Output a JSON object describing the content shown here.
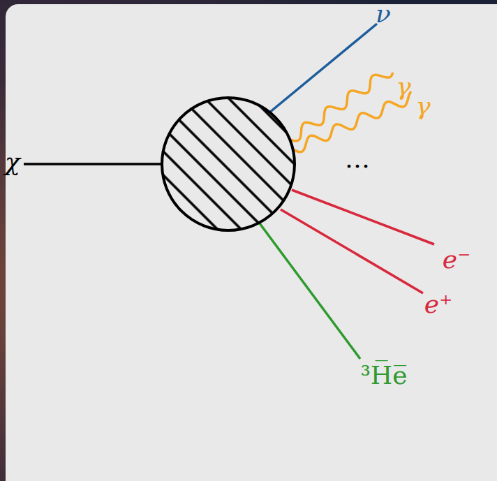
{
  "diagram": {
    "labels": [
      "χ",
      "ν",
      "γ",
      "γ",
      "…",
      "e⁻",
      "e⁺",
      "³H̅e̅"
    ]
  }
}
